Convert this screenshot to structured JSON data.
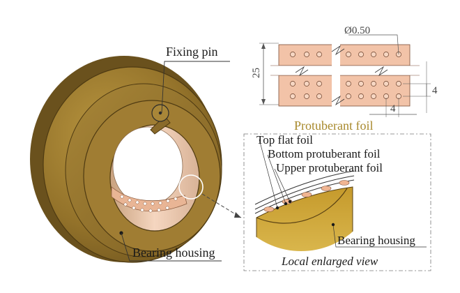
{
  "labels": {
    "fixing_pin": "Fixing pin",
    "bearing_housing_main": "Bearing housing",
    "protuberant_foil": "Protuberant foil",
    "top_flat_foil": "Top flat foil",
    "bottom_protuberant_foil": "Bottom protuberant foil",
    "upper_protuberant_foil": "Upper protuberant foil",
    "bearing_housing_detail": "Bearing housing",
    "local_enlarged_view": "Local enlarged view"
  },
  "dimensions": {
    "diameter": "Ø0.50",
    "height": "25",
    "pitch_vertical": "4",
    "pitch_horizontal": "4"
  },
  "colors": {
    "housing": "#9b7a2f",
    "housing_dark": "#6f5520",
    "foil": "#f2c3a8",
    "foil_dark": "#d59a7e",
    "detail_housing": "#d3ad3c",
    "title_accent": "#a8892c"
  }
}
